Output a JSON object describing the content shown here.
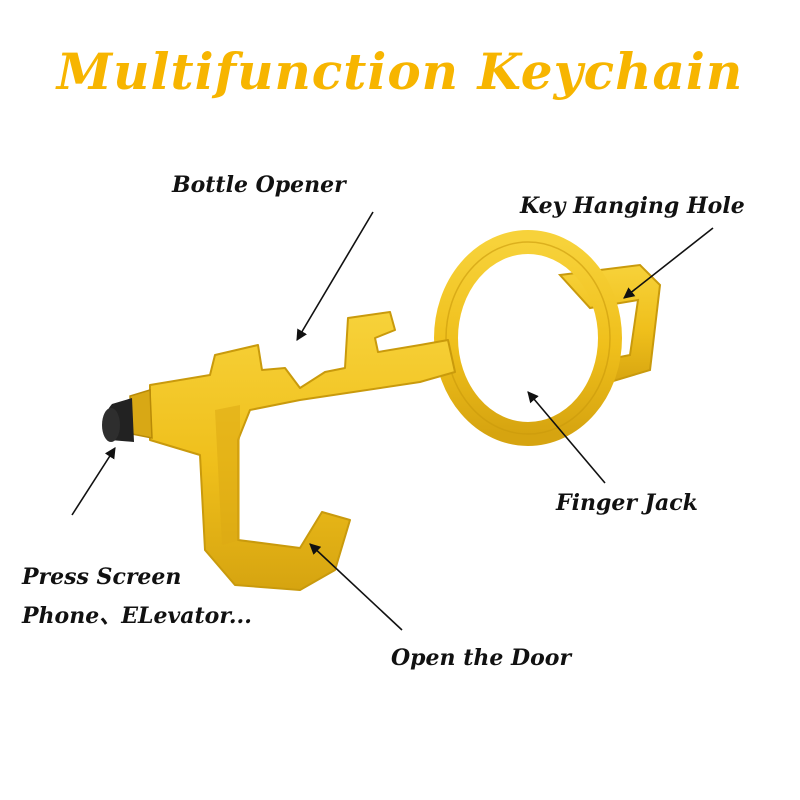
{
  "title": "Multifunction Keychain",
  "labels": {
    "bottle_opener": "Bottle Opener",
    "key_hanging_hole": "Key Hanging Hole",
    "finger_jack": "Finger Jack",
    "press_screen_line1": "Press Screen",
    "press_screen_line2": "Phone、ELevator...",
    "open_the_door": "Open the Door"
  },
  "colors": {
    "title": "#f7b500",
    "metal": "#f2c21c",
    "metal_dark": "#c99a0c",
    "stylus_tip": "#222222",
    "text": "#111111"
  }
}
